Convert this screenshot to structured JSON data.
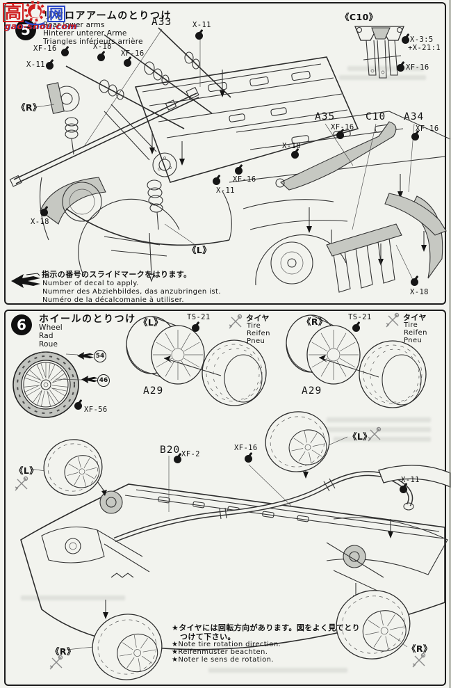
{
  "watermark": {
    "char_left": "高",
    "char_right": "网",
    "site": "gao-shou.com"
  },
  "step5": {
    "number": "5",
    "title_jp": "リヤロアアームのとりつけ",
    "title_en": "Rear lower arms",
    "title_de": "Hinterer unterer Arme",
    "title_fr": "Triangles inférieurs arrière",
    "inset": {
      "label": "《C10》",
      "paint_mix_line1": "X-3:5",
      "paint_mix_line2": "+X-21:1",
      "paint": "XF-16"
    },
    "callouts": {
      "xf16_a": "XF-16",
      "x18_a": "X-18",
      "xf16_b": "XF-16",
      "x11_a": "X-11",
      "a33": "A33",
      "x11_b": "X-11",
      "side_r": "《R》",
      "x18_b": "X-18",
      "side_l": "《L》",
      "x11_c": "X-11",
      "xf16_c": "XF-16",
      "x18_c": "X-18",
      "a35": "A35",
      "xf16_d": "XF-16",
      "c10": "C10",
      "a34": "A34",
      "xf16_e": "XF-16",
      "x18_d": "X-18"
    },
    "note": {
      "jp": "指示の番号のスライドマークをはります。",
      "en": "Number of decal to apply.",
      "de": "Nummer des Abziehbildes, das anzubringen ist.",
      "fr": "Numéro de la décalcomanie à utiliser."
    }
  },
  "step6": {
    "number": "6",
    "title_jp": "ホイールのとりつけ",
    "title_en": "Wheel",
    "title_de": "Rad",
    "title_fr": "Roue",
    "wheel_detail": {
      "decal_a": "54",
      "decal_b": "46",
      "paint": "XF-56"
    },
    "left_set": {
      "side": "《L》",
      "spray": "TS-21",
      "part": "A29"
    },
    "right_set": {
      "side": "《R》",
      "spray": "TS-21",
      "part": "A29"
    },
    "tire_label": {
      "jp": "タイヤ",
      "en": "Tire",
      "de": "Reifen",
      "fr": "Pneu"
    },
    "chassis": {
      "part": "B20",
      "paint_a": "XF-2",
      "paint_b": "XF-16",
      "paint_c": "X-11",
      "wheel_front_left": "《L》",
      "wheel_rear_left": "《L》",
      "wheel_front_right": "《R》",
      "wheel_rear_right": "《R》"
    },
    "note": {
      "jp_1": "★タイヤには回転方向があります。図をよく見てとり",
      "jp_2": "つけて下さい。",
      "en": "★Note tire rotation direction.",
      "de": "★Reifenmuster beachten.",
      "fr": "★Noter le sens de rotation."
    }
  }
}
